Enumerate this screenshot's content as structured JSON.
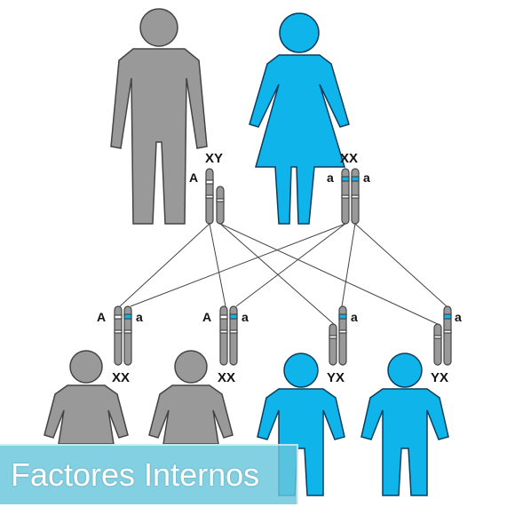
{
  "colors": {
    "gray": "#999999",
    "gray_stroke": "#444444",
    "blue": "#0fb4ea",
    "blue_stroke": "#0a3d5c",
    "line": "#444444",
    "banner": "#68c6dc"
  },
  "parents": {
    "father": {
      "label": "XY",
      "allele": "A"
    },
    "mother": {
      "label": "XX",
      "allele_left": "a",
      "allele_right": "a"
    }
  },
  "children": [
    {
      "label": "XX",
      "allele_left": "A",
      "allele_right": "a"
    },
    {
      "label": "XX",
      "allele_left": "A",
      "allele_right": "a"
    },
    {
      "label": "YX",
      "allele_right": "a"
    },
    {
      "label": "YX",
      "allele_right": "a"
    }
  ],
  "banner": {
    "text": "Factores Internos"
  }
}
